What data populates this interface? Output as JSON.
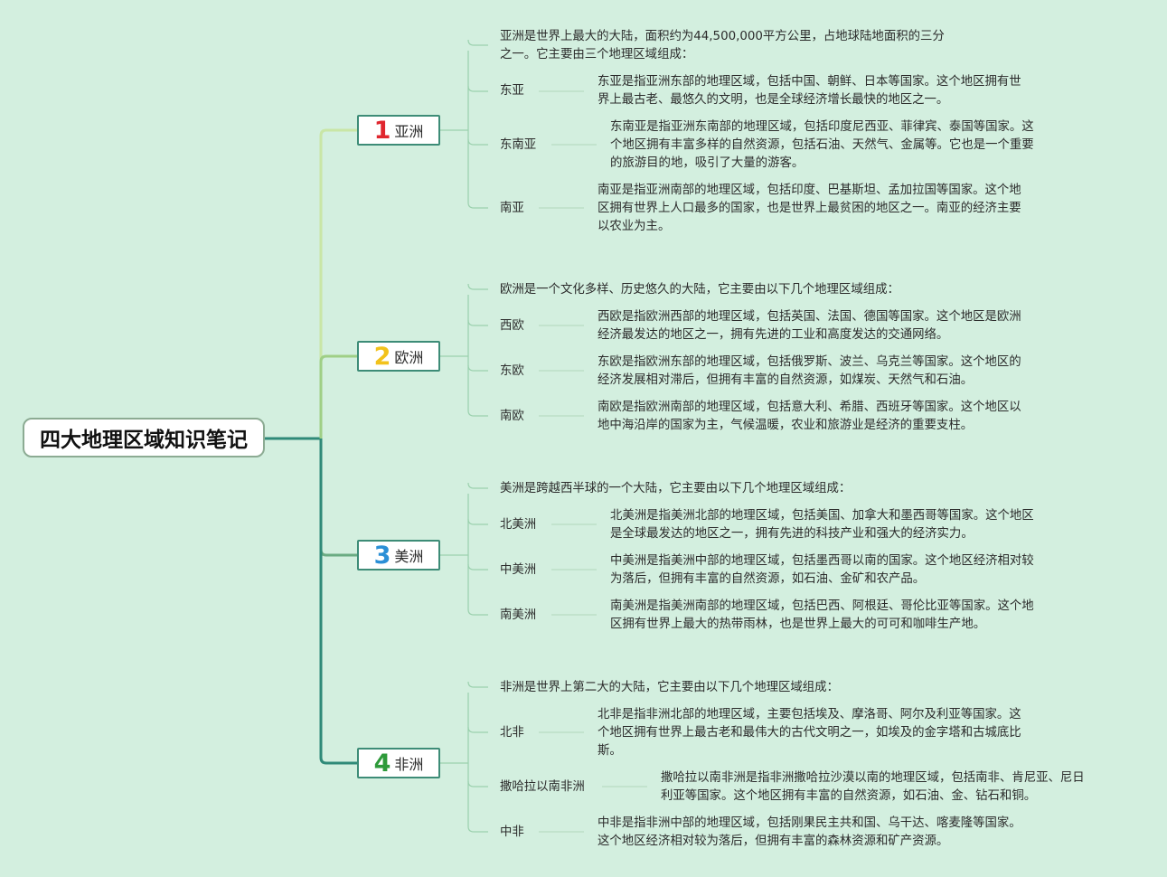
{
  "title": "四大地理区域知识笔记",
  "continents": [
    {
      "number": "1",
      "name": "亚洲",
      "number_color": "#e0262e",
      "intro": [
        "亚洲是世界上最大的大陆，面积约为44,500,000平方公里，占地球陆地面积的三分",
        "之一。它主要由三个地理区域组成："
      ],
      "regions": [
        {
          "name": "东亚",
          "desc": [
            "东亚是指亚洲东部的地理区域，包括中国、朝鲜、日本等国家。这个地区拥有世",
            "界上最古老、最悠久的文明，也是全球经济增长最快的地区之一。"
          ]
        },
        {
          "name": "东南亚",
          "desc": [
            "东南亚是指亚洲东南部的地理区域，包括印度尼西亚、菲律宾、泰国等国家。这",
            "个地区拥有丰富多样的自然资源，包括石油、天然气、金属等。它也是一个重要",
            "的旅游目的地，吸引了大量的游客。"
          ]
        },
        {
          "name": "南亚",
          "desc": [
            "南亚是指亚洲南部的地理区域，包括印度、巴基斯坦、孟加拉国等国家。这个地",
            "区拥有世界上人口最多的国家，也是世界上最贫困的地区之一。南亚的经济主要",
            "以农业为主。"
          ]
        }
      ]
    },
    {
      "number": "2",
      "name": "欧洲",
      "number_color": "#f2c21b",
      "intro": [
        "欧洲是一个文化多样、历史悠久的大陆，它主要由以下几个地理区域组成："
      ],
      "regions": [
        {
          "name": "西欧",
          "desc": [
            "西欧是指欧洲西部的地理区域，包括英国、法国、德国等国家。这个地区是欧洲",
            "经济最发达的地区之一，拥有先进的工业和高度发达的交通网络。"
          ]
        },
        {
          "name": "东欧",
          "desc": [
            "东欧是指欧洲东部的地理区域，包括俄罗斯、波兰、乌克兰等国家。这个地区的",
            "经济发展相对滞后，但拥有丰富的自然资源，如煤炭、天然气和石油。"
          ]
        },
        {
          "name": "南欧",
          "desc": [
            "南欧是指欧洲南部的地理区域，包括意大利、希腊、西班牙等国家。这个地区以",
            "地中海沿岸的国家为主，气候温暖，农业和旅游业是经济的重要支柱。"
          ]
        }
      ]
    },
    {
      "number": "3",
      "name": "美洲",
      "number_color": "#2b8fd6",
      "intro": [
        "美洲是跨越西半球的一个大陆，它主要由以下几个地理区域组成："
      ],
      "regions": [
        {
          "name": "北美洲",
          "desc": [
            "北美洲是指美洲北部的地理区域，包括美国、加拿大和墨西哥等国家。这个地区",
            "是全球最发达的地区之一，拥有先进的科技产业和强大的经济实力。"
          ]
        },
        {
          "name": "中美洲",
          "desc": [
            "中美洲是指美洲中部的地理区域，包括墨西哥以南的国家。这个地区经济相对较",
            "为落后，但拥有丰富的自然资源，如石油、金矿和农产品。"
          ]
        },
        {
          "name": "南美洲",
          "desc": [
            "南美洲是指美洲南部的地理区域，包括巴西、阿根廷、哥伦比亚等国家。这个地",
            "区拥有世界上最大的热带雨林，也是世界上最大的可可和咖啡生产地。"
          ]
        }
      ]
    },
    {
      "number": "4",
      "name": "非洲",
      "number_color": "#2e9a3a",
      "intro": [
        "非洲是世界上第二大的大陆，它主要由以下几个地理区域组成："
      ],
      "regions": [
        {
          "name": "北非",
          "desc": [
            "北非是指非洲北部的地理区域，主要包括埃及、摩洛哥、阿尔及利亚等国家。这",
            "个地区拥有世界上最古老和最伟大的古代文明之一，如埃及的金字塔和古城底比",
            "斯。"
          ]
        },
        {
          "name": "撒哈拉以南非洲",
          "desc": [
            "撒哈拉以南非洲是指非洲撒哈拉沙漠以南的地理区域，包括南非、肯尼亚、尼日",
            "利亚等国家。这个地区拥有丰富的自然资源，如石油、金、钻石和铜。"
          ]
        },
        {
          "name": "中非",
          "desc": [
            "中非是指非洲中部的地理区域，包括刚果民主共和国、乌干达、喀麦隆等国家。",
            "这个地区经济相对较为落后，但拥有丰富的森林资源和矿产资源。"
          ]
        }
      ]
    }
  ]
}
